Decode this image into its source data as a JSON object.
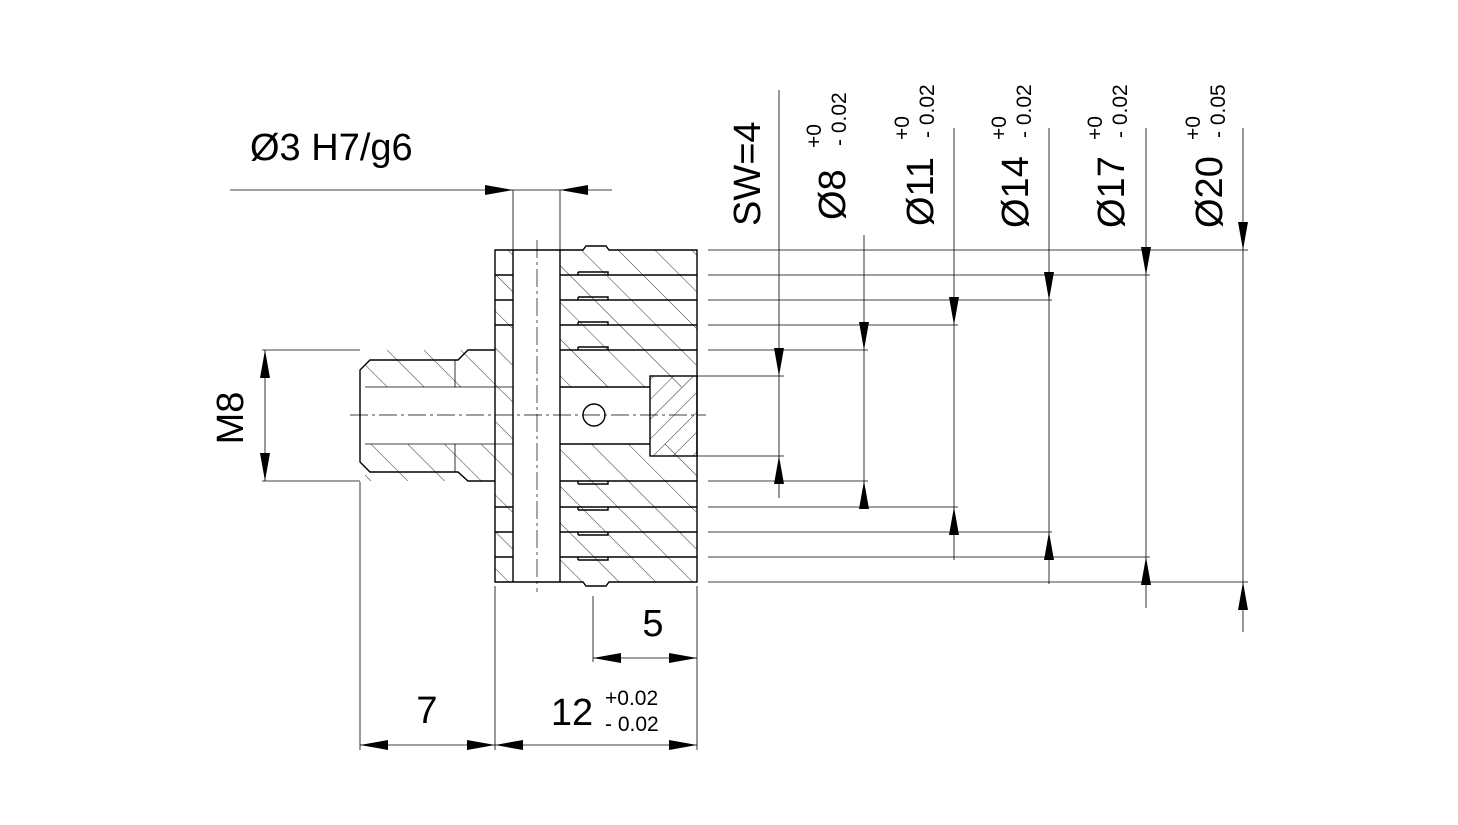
{
  "drawing": {
    "bore_fit": "Ø3 H7/g6",
    "thread": "M8",
    "across_flats": "SW=4",
    "shank_length": "7",
    "body_length": "12",
    "body_length_tol_upper": "+0.02",
    "body_length_tol_lower": "- 0.02",
    "step_length": "5",
    "diameters": [
      {
        "nominal": "Ø8",
        "upper": "+0",
        "lower": "- 0.02"
      },
      {
        "nominal": "Ø11",
        "upper": "+0",
        "lower": "- 0.02"
      },
      {
        "nominal": "Ø14",
        "upper": "+0",
        "lower": "- 0.02"
      },
      {
        "nominal": "Ø17",
        "upper": "+0",
        "lower": "- 0.02"
      },
      {
        "nominal": "Ø20",
        "upper": "+0",
        "lower": "- 0.05"
      }
    ]
  }
}
